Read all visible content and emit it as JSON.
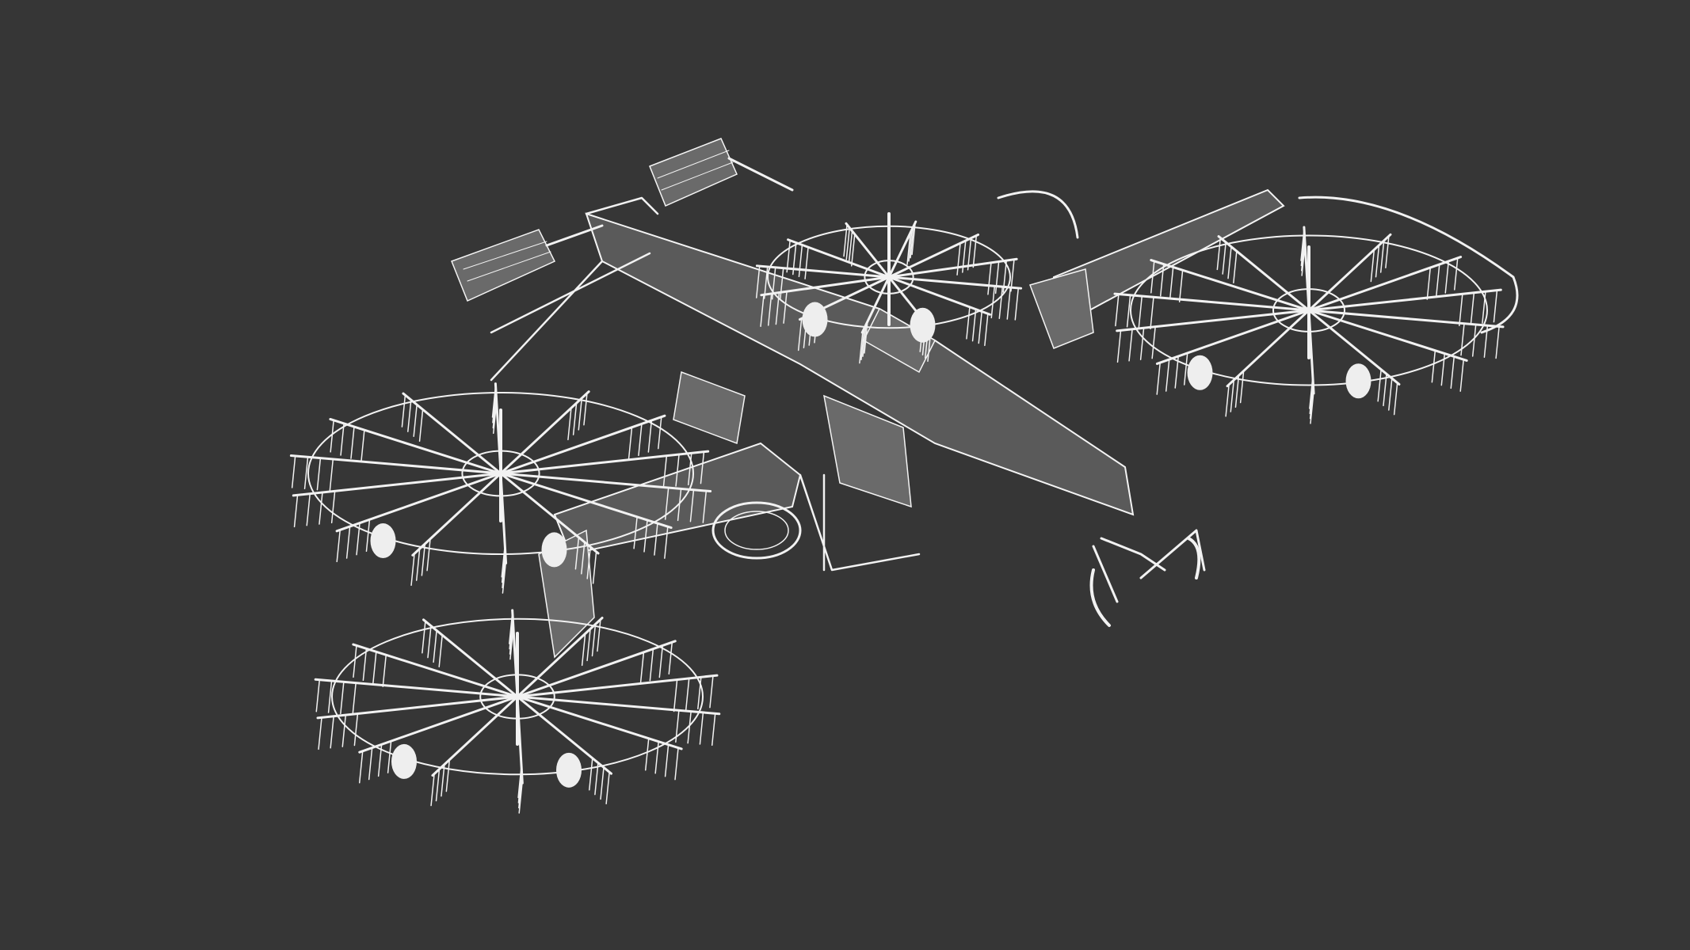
{
  "scene": {
    "subject": "wireframe-rotary-rake",
    "colors": {
      "background": "#363636",
      "wire": "#f2f2f2",
      "fill": "#5a5a5a"
    },
    "rotors": [
      {
        "id": "left-front",
        "spokes": 14
      },
      {
        "id": "left-rear",
        "spokes": 14
      },
      {
        "id": "right",
        "spokes": 14
      },
      {
        "id": "center-back",
        "spokes": 12
      }
    ]
  }
}
